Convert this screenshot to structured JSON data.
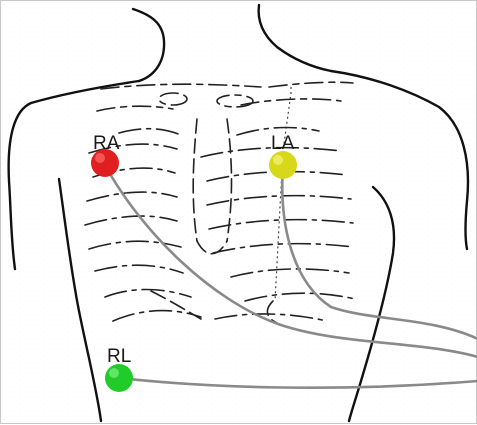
{
  "electrodes": [
    {
      "id": "ra",
      "label": "RA",
      "color": "#e02020",
      "glow": "#ff6b6b"
    },
    {
      "id": "la",
      "label": "LA",
      "color": "#d8d81a",
      "glow": "#f4f47a"
    },
    {
      "id": "rl",
      "label": "RL",
      "color": "#1fcc2a",
      "glow": "#7cf080"
    }
  ],
  "colors": {
    "outline": "#111111",
    "ribs": "#222222",
    "lead_wire": "#8a8a8a",
    "frame_border": "#c8c8c8"
  }
}
